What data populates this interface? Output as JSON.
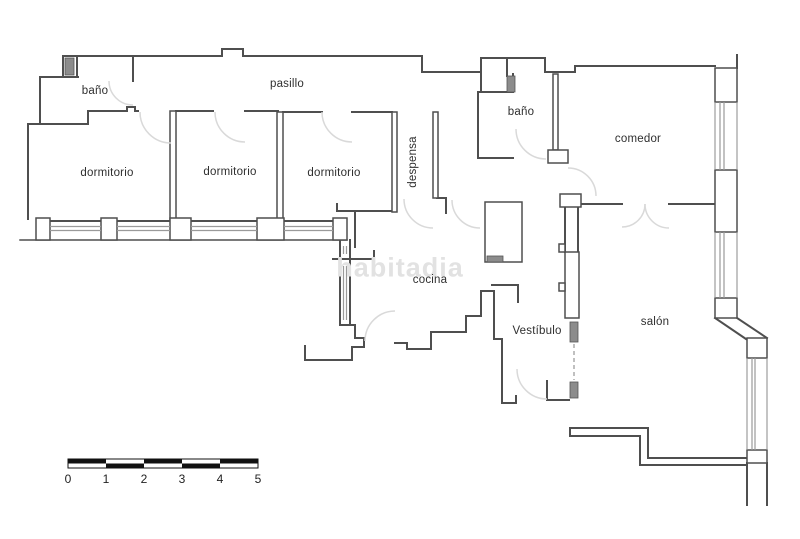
{
  "title": "floor plan",
  "watermark": "habitadia",
  "rooms": [
    {
      "id": "bano-1",
      "label": "baño"
    },
    {
      "id": "pasillo",
      "label": "pasillo"
    },
    {
      "id": "dormitorio-1",
      "label": "dormitorio"
    },
    {
      "id": "dormitorio-2",
      "label": "dormitorio"
    },
    {
      "id": "dormitorio-3",
      "label": "dormitorio"
    },
    {
      "id": "despensa",
      "label": "despensa"
    },
    {
      "id": "bano-2",
      "label": "baño"
    },
    {
      "id": "comedor",
      "label": "comedor"
    },
    {
      "id": "cocina",
      "label": "cocina"
    },
    {
      "id": "vestibulo",
      "label": "Vestíbulo"
    },
    {
      "id": "salon",
      "label": "salón"
    }
  ],
  "scale_bar": {
    "ticks": [
      "0",
      "1",
      "2",
      "3",
      "4",
      "5"
    ],
    "units_shown": 5
  },
  "colors": {
    "wall": "#4f4f4f",
    "door_arc": "#d9d9d9",
    "window": "#9a9a9a",
    "text": "#2f2f2f",
    "watermark": "#e2e2e2",
    "scale_bar": "#111111"
  }
}
